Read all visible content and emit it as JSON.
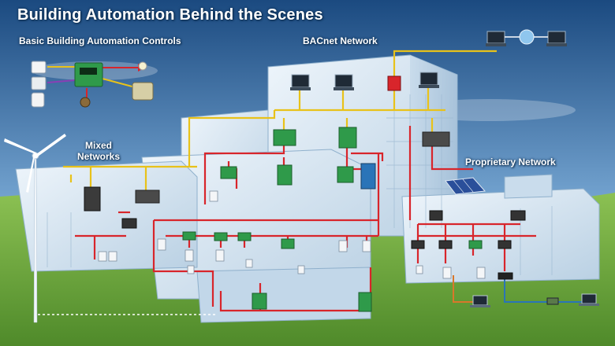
{
  "title": "Building Automation Behind the Scenes",
  "labels": {
    "basic_controls": "Basic Building Automation Controls",
    "bacnet_network": "BACnet Network",
    "mixed_networks_line1": "Mixed",
    "mixed_networks_line2": "Networks",
    "proprietary_network": "Proprietary Network"
  },
  "colors": {
    "sky_top": "#1d4f86",
    "sky_bottom": "#b8d4ec",
    "grass": "#6da83a",
    "building": "#d7e6f2",
    "bacnet_line": "#e8c21a",
    "field_line": "#d8252b",
    "controller": "#2f9a4a",
    "network_extra_orange": "#d9772a",
    "network_extra_blue": "#2a74b8"
  }
}
